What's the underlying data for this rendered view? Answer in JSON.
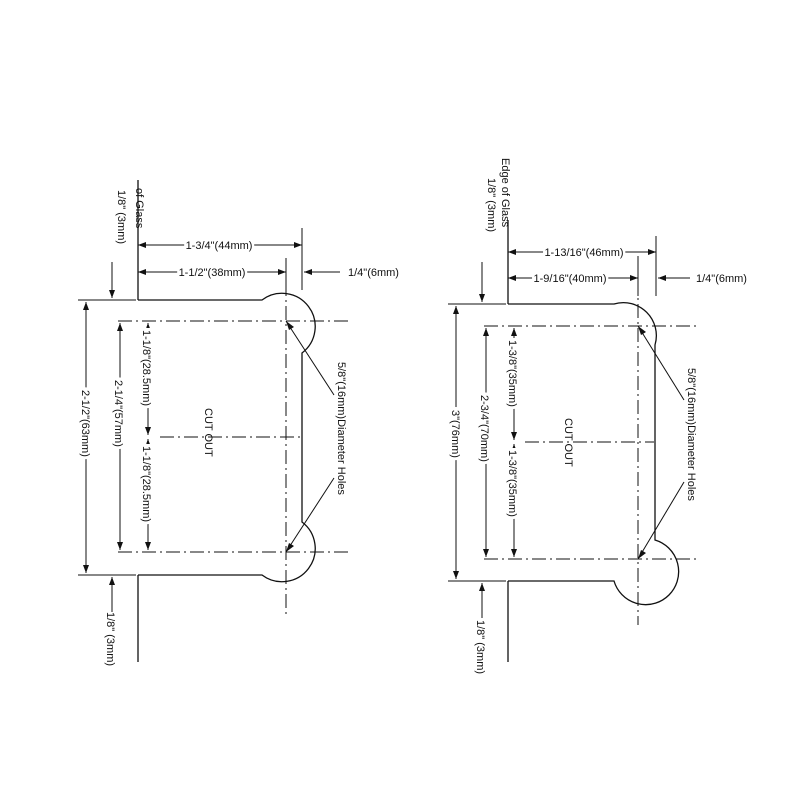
{
  "left": {
    "edge_label": "of Glass",
    "gap_top": "1/8\" (3mm)",
    "gap_bottom": "1/8\" (3mm)",
    "width_total": "1-3/4\"(44mm)",
    "width_hole": "1-1/2\"(38mm)",
    "right_offset": "1/4\"(6mm)",
    "height_total": "2-1/2\"(63mm)",
    "height_holes": "2-1/4\"(57mm)",
    "half_upper": "1-1/8\"(28.5mm)",
    "half_lower": "1-1/8\"(28.5mm)",
    "cutout": "CUT OUT",
    "holes": "5/8\"(16mm)Diameter Holes"
  },
  "right": {
    "edge_label": "Edge of Glass",
    "gap_top": "1/8\" (3mm)",
    "gap_bottom": "1/8\" (3mm)",
    "width_total": "1-13/16\"(46mm)",
    "width_hole": "1-9/16\"(40mm)",
    "right_offset": "1/4\"(6mm)",
    "height_total": "3\"(76mm)",
    "height_holes": "2-3/4\"(70mm)",
    "half_upper": "1-3/8\"(35mm)",
    "half_lower": "1-3/8\"(35mm)",
    "cutout": "CUT OUT",
    "holes": "5/8\"(16mm)Diameter Holes"
  }
}
